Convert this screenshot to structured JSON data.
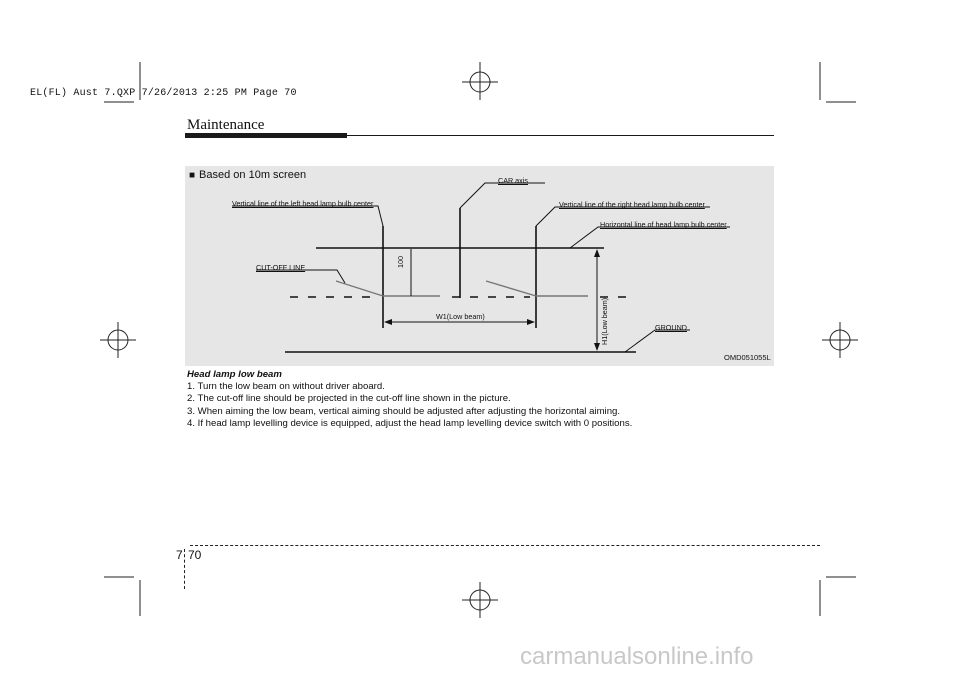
{
  "print_slug": "EL(FL) Aust 7.QXP  7/26/2013  2:25 PM  Page 70",
  "section_title": "Maintenance",
  "figure": {
    "title_icon": "black-square",
    "title": "Based on 10m screen",
    "labels": {
      "car_axis": "CAR axis",
      "left_vertical": "Vertical line of the left head lamp bulb center",
      "right_vertical": "Vertical line of the right head lamp bulb center",
      "horizontal": "Horizontal line of head lamp bulb center",
      "cutoff": "CUT-OFF LINE",
      "dimension_100": "100",
      "w1": "W1(Low beam)",
      "h1": "H1(Low beam)",
      "ground": "GROUND"
    },
    "code": "OMD051055L"
  },
  "instructions": {
    "heading": "Head lamp low beam",
    "steps": [
      "1. Turn the low beam on without driver aboard.",
      "2. The cut-off line should be projected in the cut-off line shown in the picture.",
      "3. When aiming the low beam, vertical aiming should be adjusted after adjusting the horizontal aiming.",
      "4. If head lamp levelling device is equipped, adjust the head lamp levelling device switch with 0 positions."
    ]
  },
  "footer": {
    "section": "7",
    "page": "70"
  },
  "watermark": "carmanualsonline.info"
}
